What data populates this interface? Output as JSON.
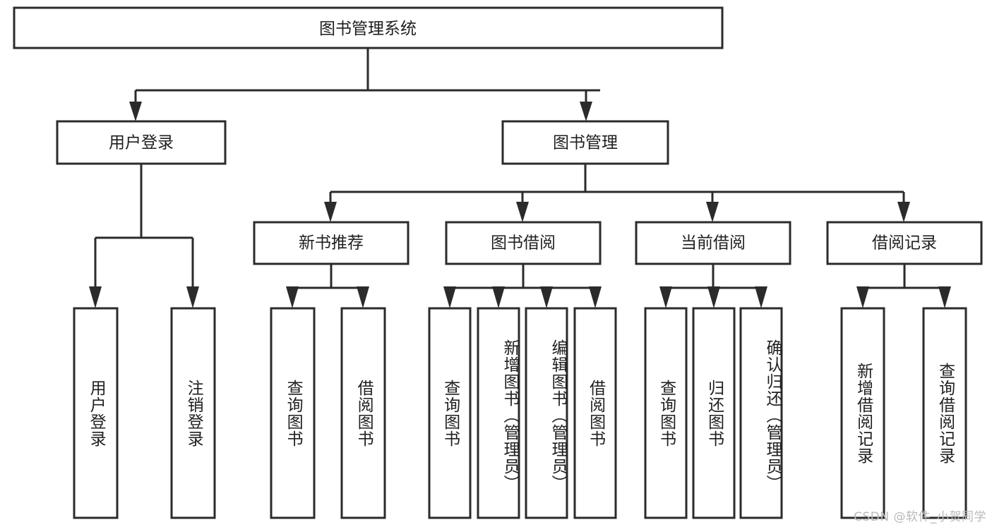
{
  "diagram": {
    "title": "图书管理系统",
    "type": "hierarchy-tree",
    "watermark": "CSDN @软件_小贺同学",
    "colors": {
      "stroke": "#2b2b2b",
      "fill": "#ffffff",
      "text": "#1f1f1f",
      "watermark": "#b9b9b9",
      "background": "#ffffff"
    },
    "levels": {
      "root": {
        "label": "图书管理系统"
      },
      "level2": [
        {
          "id": "user-login",
          "label": "用户登录"
        },
        {
          "id": "book-manage",
          "label": "图书管理"
        }
      ],
      "level3": [
        {
          "id": "new-book-recommend",
          "label": "新书推荐",
          "parent": "book-manage"
        },
        {
          "id": "book-borrow",
          "label": "图书借阅",
          "parent": "book-manage"
        },
        {
          "id": "current-borrow",
          "label": "当前借阅",
          "parent": "book-manage"
        },
        {
          "id": "borrow-record",
          "label": "借阅记录",
          "parent": "book-manage"
        }
      ],
      "leaves": [
        {
          "id": "leaf-user-login",
          "label": "用户登录",
          "parent": "user-login"
        },
        {
          "id": "leaf-user-logout",
          "label": "注销登录",
          "parent": "user-login"
        },
        {
          "id": "leaf-query-book-1",
          "label": "查询图书",
          "parent": "new-book-recommend"
        },
        {
          "id": "leaf-borrow-book-1",
          "label": "借阅图书",
          "parent": "new-book-recommend"
        },
        {
          "id": "leaf-query-book-2",
          "label": "查询图书",
          "parent": "book-borrow"
        },
        {
          "id": "leaf-add-book",
          "label": "新增图书（管理员）",
          "parent": "book-borrow"
        },
        {
          "id": "leaf-edit-book",
          "label": "编辑图书（管理员）",
          "parent": "book-borrow"
        },
        {
          "id": "leaf-borrow-book-2",
          "label": "借阅图书",
          "parent": "book-borrow"
        },
        {
          "id": "leaf-query-book-3",
          "label": "查询图书",
          "parent": "current-borrow"
        },
        {
          "id": "leaf-return-book",
          "label": "归还图书",
          "parent": "current-borrow"
        },
        {
          "id": "leaf-confirm-return",
          "label": "确认归还（管理员）",
          "parent": "current-borrow"
        },
        {
          "id": "leaf-add-record",
          "label": "新增借阅记录",
          "parent": "borrow-record"
        },
        {
          "id": "leaf-query-record",
          "label": "查询借阅记录",
          "parent": "borrow-record"
        }
      ]
    }
  }
}
